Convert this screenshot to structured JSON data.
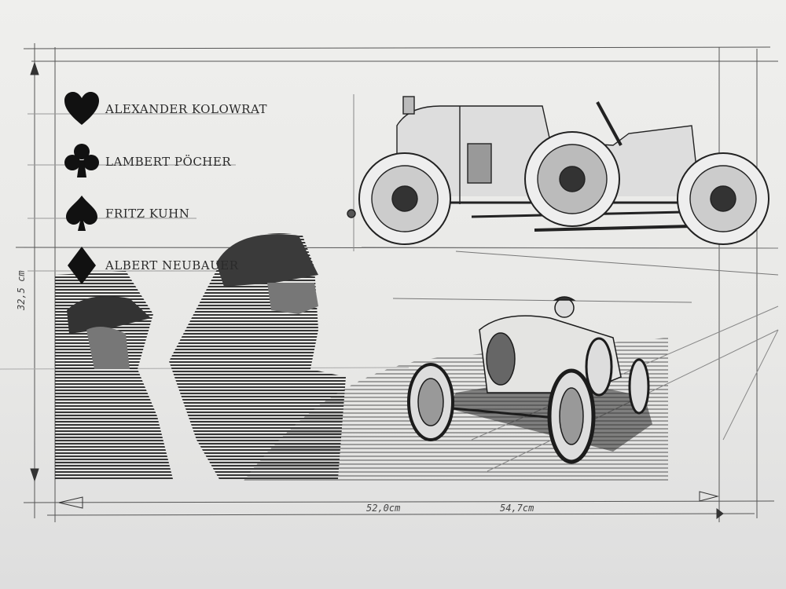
{
  "drivers": [
    {
      "suit": "heart",
      "suit_icon": "heart-icon",
      "name": "ALEXANDER KOLOWRAT"
    },
    {
      "suit": "club",
      "suit_icon": "club-icon",
      "name": "LAMBERT PÖCHER"
    },
    {
      "suit": "spade",
      "suit_icon": "spade-icon",
      "name": "FRITZ KUHN"
    },
    {
      "suit": "diamond",
      "suit_icon": "diamond-icon",
      "name": "ALBERT NEUBAUER"
    }
  ],
  "dimensions": {
    "height": "32,5 cm",
    "width_inner": "52,0cm",
    "width_outer": "54,7cm"
  },
  "colors": {
    "paper": "#ececea",
    "ink": "#1c1c1c",
    "pencil": "#8a8a8a"
  }
}
